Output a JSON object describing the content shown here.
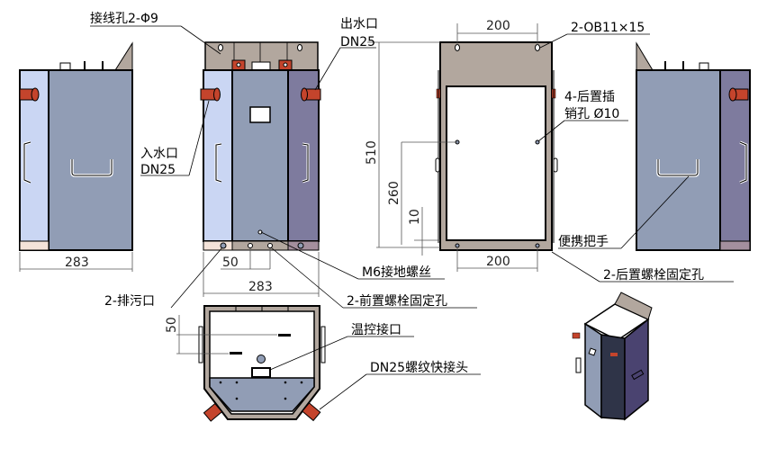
{
  "colors": {
    "side_panel_blue": "#919db5",
    "front_light_panel": "#cad6f3",
    "front_purple_panel": "#7e7b9e",
    "mounting_plate": "#b2a79e",
    "connector_red": "#c4442c",
    "base_strip_light": "#f4e3d9",
    "base_strip_purple": "#a48f9e"
  },
  "annotations": {
    "wiring_hole": "接线孔2-Φ9",
    "water_outlet": "出水口",
    "water_outlet_size": "DN25",
    "water_inlet": "入水口",
    "water_inlet_size": "DN25",
    "slot_holes": "2-OB11×15",
    "rear_pin_holes_line1": "4-后置插",
    "rear_pin_holes_line2": "销孔 Ø10",
    "portable_handle": "便携把手",
    "rear_bolt_holes": "2-后置螺栓固定孔",
    "ground_screw": "M6接地螺丝",
    "front_bolt_holes": "2-前置螺栓固定孔",
    "drain_outlets": "2-排污口",
    "temp_control_port": "温控接口",
    "quick_connector": "DN25螺纹快接头"
  },
  "dimensions": {
    "left_view_width": "283",
    "front_view_width": "283",
    "front_bolt_spacing": "50",
    "rear_top_spacing": "200",
    "rear_bottom_spacing": "200",
    "total_height": "510",
    "pin_height": "260",
    "bottom_offset": "10",
    "top_view_depth": "50"
  },
  "views": [
    "left-side-view",
    "front-view",
    "rear-view",
    "right-side-view",
    "top-view",
    "isometric-view"
  ]
}
